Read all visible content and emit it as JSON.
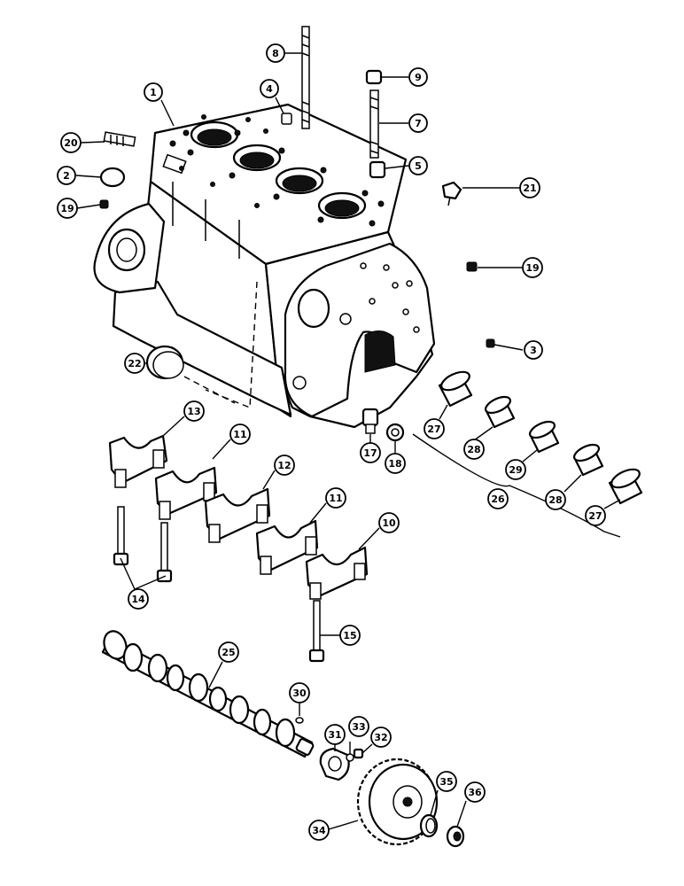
{
  "diagram": {
    "callouts": [
      {
        "id": "c1",
        "label": "1"
      },
      {
        "id": "c2",
        "label": "2"
      },
      {
        "id": "c3",
        "label": "3"
      },
      {
        "id": "c4",
        "label": "4"
      },
      {
        "id": "c5",
        "label": "5"
      },
      {
        "id": "c7",
        "label": "7"
      },
      {
        "id": "c8",
        "label": "8"
      },
      {
        "id": "c9",
        "label": "9"
      },
      {
        "id": "c10",
        "label": "10"
      },
      {
        "id": "c11a",
        "label": "11"
      },
      {
        "id": "c11b",
        "label": "11"
      },
      {
        "id": "c12",
        "label": "12"
      },
      {
        "id": "c13",
        "label": "13"
      },
      {
        "id": "c14",
        "label": "14"
      },
      {
        "id": "c15",
        "label": "15"
      },
      {
        "id": "c17",
        "label": "17"
      },
      {
        "id": "c18",
        "label": "18"
      },
      {
        "id": "c19a",
        "label": "19"
      },
      {
        "id": "c19b",
        "label": "19"
      },
      {
        "id": "c20",
        "label": "20"
      },
      {
        "id": "c21",
        "label": "21"
      },
      {
        "id": "c22",
        "label": "22"
      },
      {
        "id": "c25",
        "label": "25"
      },
      {
        "id": "c26",
        "label": "26"
      },
      {
        "id": "c27a",
        "label": "27"
      },
      {
        "id": "c27b",
        "label": "27"
      },
      {
        "id": "c28a",
        "label": "28"
      },
      {
        "id": "c28b",
        "label": "28"
      },
      {
        "id": "c29",
        "label": "29"
      },
      {
        "id": "c30",
        "label": "30"
      },
      {
        "id": "c31",
        "label": "31"
      },
      {
        "id": "c32",
        "label": "32"
      },
      {
        "id": "c33",
        "label": "33"
      },
      {
        "id": "c34",
        "label": "34"
      },
      {
        "id": "c35",
        "label": "35"
      },
      {
        "id": "c36",
        "label": "36"
      }
    ]
  }
}
